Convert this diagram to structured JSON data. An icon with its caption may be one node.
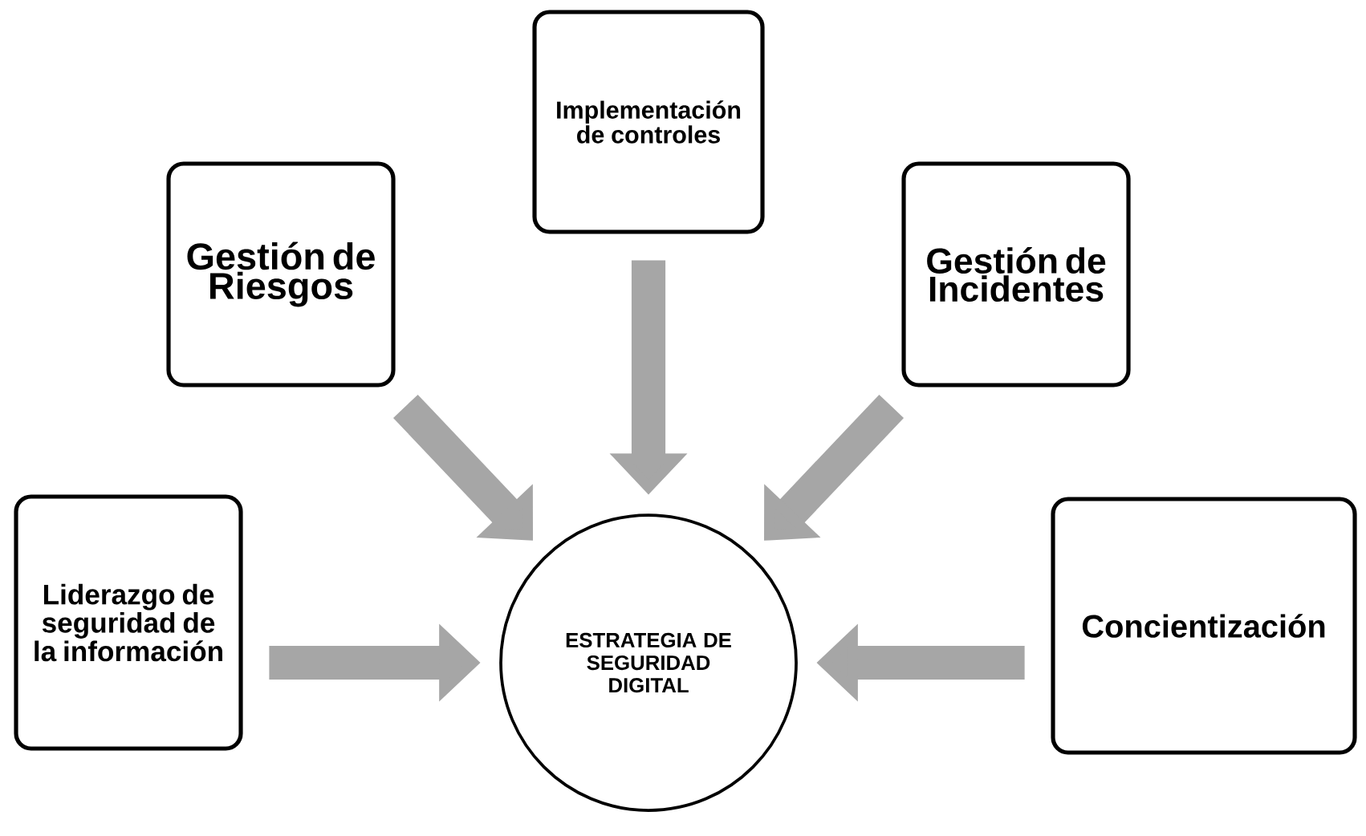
{
  "diagram": {
    "nodes": [
      {
        "text": [
          "Gestión de Riesgos"
        ]
      },
      {
        "text": [
          "Implementación de controles"
        ]
      },
      {
        "text": [
          "Gestión de Incidentes"
        ]
      },
      {
        "text": [
          "Liderazgo de seguridad de la información"
        ]
      },
      {
        "text": [
          "ESTRATEGIA DE SEGURIDAD DIGITAL"
        ]
      },
      {
        "text": [
          "Concientización"
        ]
      }
    ],
    "edges": [
      {
        "from": 0,
        "to": 4,
        "arrow": "to"
      },
      {
        "from": 1,
        "to": 4,
        "arrow": "to"
      },
      {
        "from": 2,
        "to": 4,
        "arrow": "to"
      },
      {
        "from": 3,
        "to": 4,
        "arrow": "to"
      },
      {
        "from": 5,
        "to": 4,
        "arrow": "to"
      }
    ]
  }
}
